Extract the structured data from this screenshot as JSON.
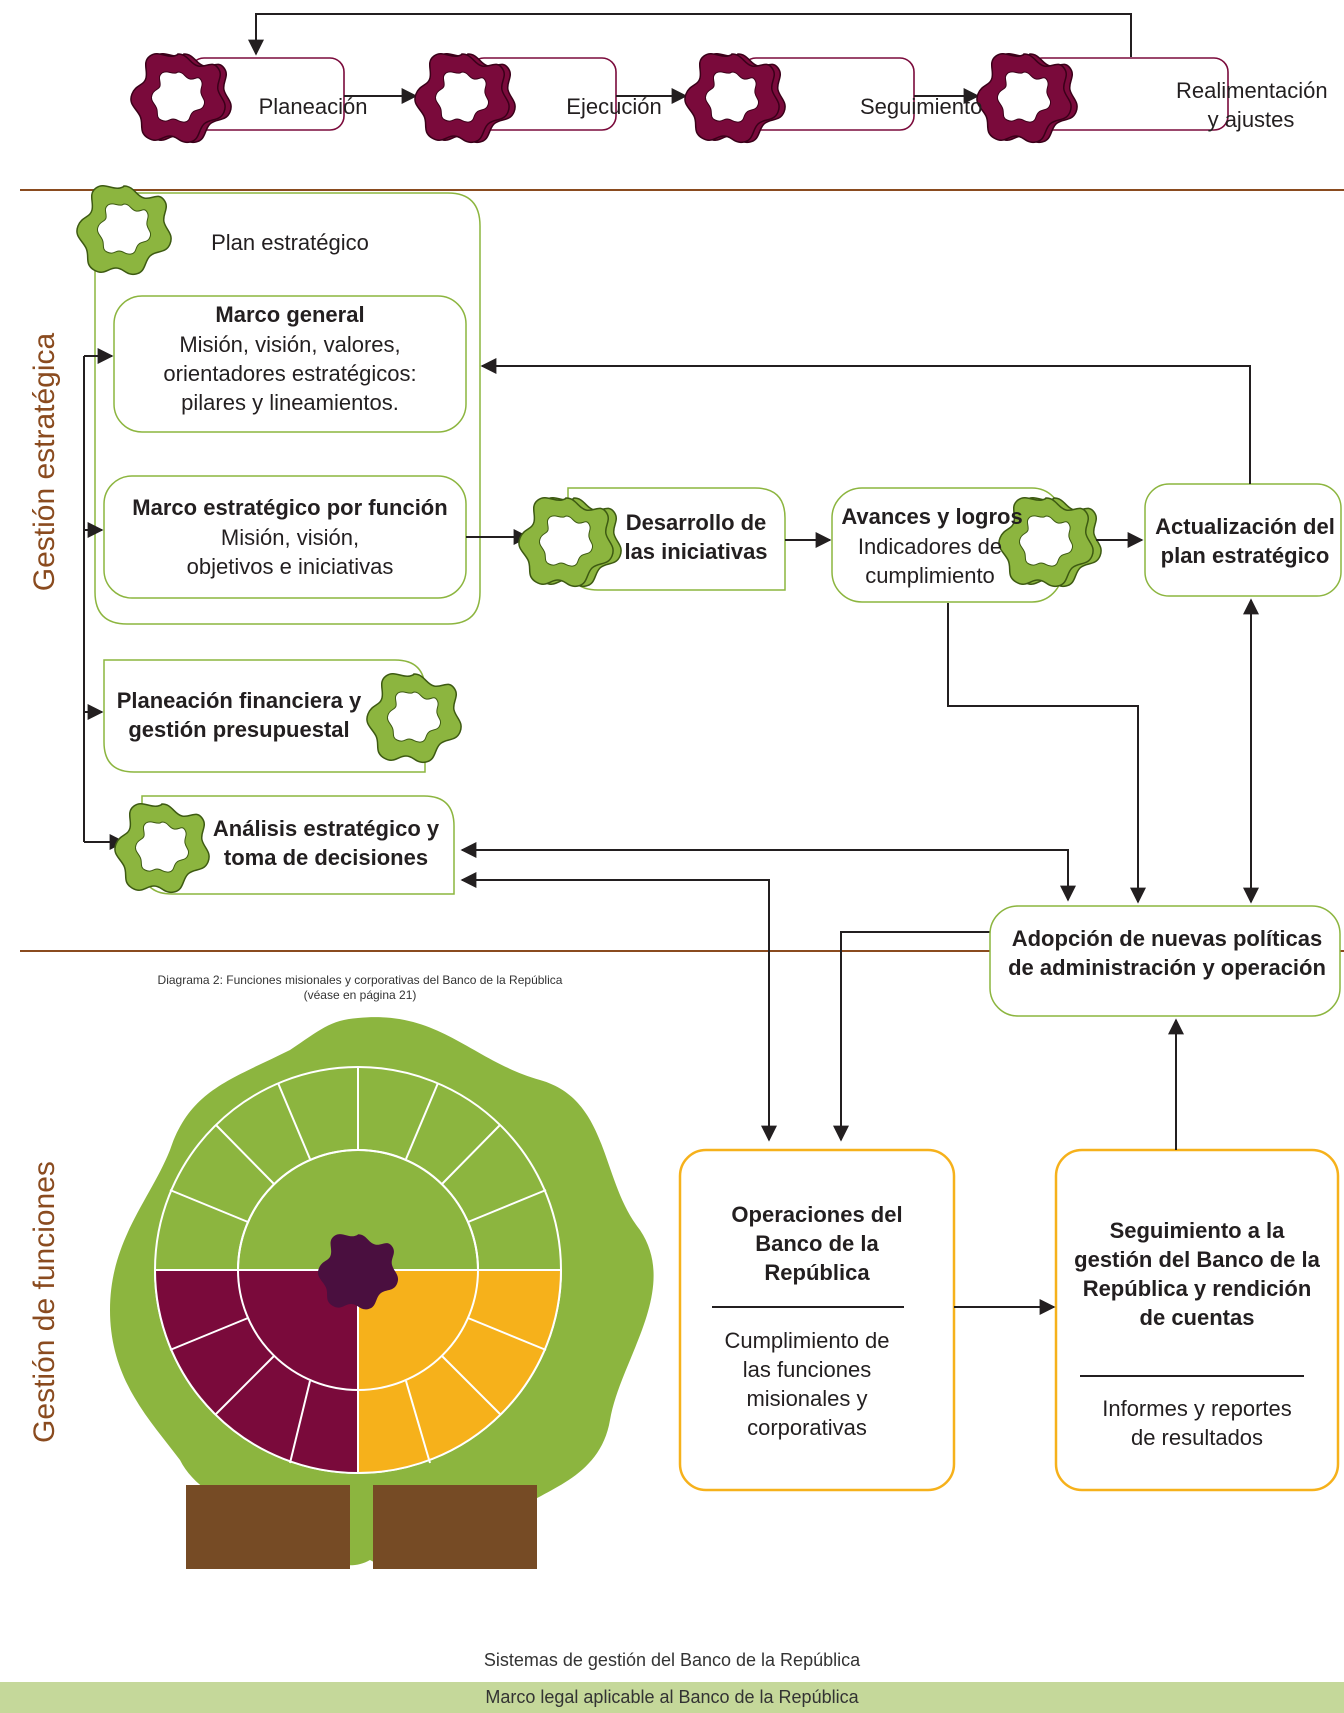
{
  "cycle": {
    "steps": [
      "Planeación",
      "Ejecución",
      "Seguimiento",
      "Realimentación y ajustes"
    ]
  },
  "sections": {
    "strategic": "Gestión estratégica",
    "functions": "Gestión de funciones"
  },
  "plan": {
    "title": "Plan estratégico",
    "marco_general": {
      "title": "Marco general",
      "body": "Misión, visión, valores, orientadores estratégicos: pilares y lineamientos."
    },
    "marco_funcion": {
      "title": "Marco estratégico por función",
      "body": "Misión, visión, objetivos e iniciativas"
    }
  },
  "planeacion_financiera": "Planeación financiera y gestión presupuestal",
  "analisis": "Análisis estratégico y toma de decisiones",
  "desarrollo": "Desarrollo de las iniciativas",
  "avances": {
    "title": "Avances y logros",
    "body": "Indicadores de cumplimiento"
  },
  "actualizacion": "Actualización del plan estratégico",
  "adopcion": "Adopción de nuevas políticas de administración y operación",
  "operaciones": {
    "title": "Operaciones del Banco de la República",
    "body": "Cumplimiento de las funciones misionales y corporativas"
  },
  "seguimiento_gestion": {
    "title": "Seguimiento a la gestión del Banco de la República y rendición de cuentas",
    "body": "Informes y reportes de resultados"
  },
  "diagram_caption": {
    "line1": "Diagrama 2: Funciones misionales y corporativas del Banco de la República",
    "line2": "(véase en página 21)"
  },
  "footer": {
    "systems": "Sistemas de gestión del Banco de la República",
    "legal": "Marco legal aplicable al Banco de la República"
  },
  "colors": {
    "maroon": "#7a0a3b",
    "green": "#8cb53f",
    "green_line": "#8cb53f",
    "orange": "#f6b11b",
    "brown": "#764b25",
    "divider": "#8a4b1f",
    "purple": "#4a0f3f"
  },
  "icons": [
    "gear-maroon-icon",
    "gear-green-icon",
    "tree-diagram-icon"
  ]
}
